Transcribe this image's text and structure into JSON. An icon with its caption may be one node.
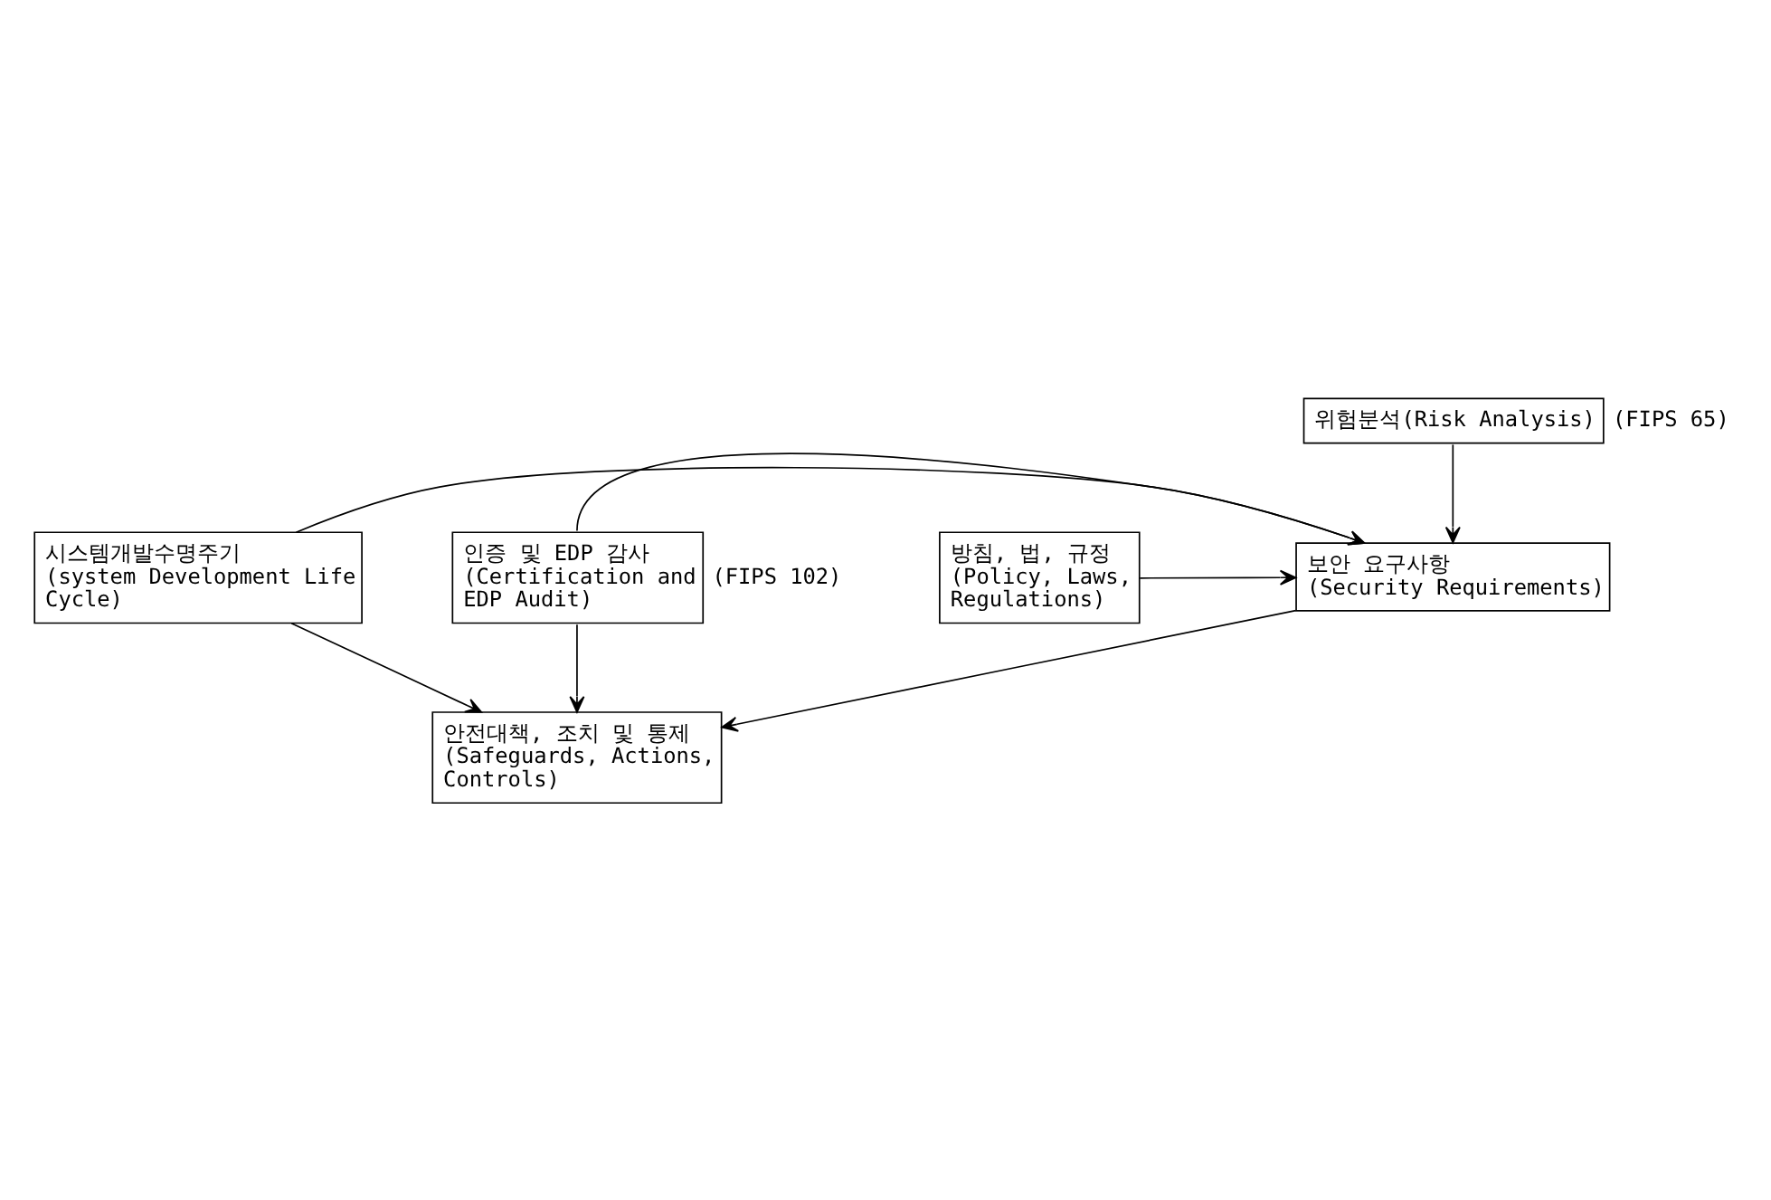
{
  "diagram": {
    "nodes": [
      {
        "text": [
          "위험분석(Risk Analysis)"
        ],
        "beside": [
          "(FIPS 65)"
        ]
      },
      {
        "text": [
          "방침, 법, 규정",
          "(Policy, Laws, Regulations)"
        ]
      },
      {
        "text": [
          "보안 요구사항",
          "(Security Requirements)"
        ]
      },
      {
        "text": [
          "시스템개발수명주기",
          "(system Development Life Cycle)"
        ]
      },
      {
        "text": [
          "인증 및 EDP 감사",
          "(Certification and EDP Audit)"
        ],
        "beside": [
          "(FIPS 102)"
        ]
      },
      {
        "text": [
          "안전대책, 조치 및 통제",
          "(Safeguards, Actions, Controls)"
        ]
      }
    ],
    "edges": [
      {
        "from": 0,
        "to": 2,
        "arrow": "to"
      },
      {
        "from": 1,
        "to": 2,
        "arrow": "to"
      },
      {
        "from": 3,
        "to": 2,
        "arrow": "to"
      },
      {
        "from": 4,
        "to": 2,
        "arrow": "to"
      },
      {
        "from": 2,
        "to": 5,
        "arrow": "to"
      },
      {
        "from": 3,
        "to": 5,
        "arrow": "to"
      },
      {
        "from": 4,
        "to": 5,
        "arrow": "to"
      }
    ]
  }
}
